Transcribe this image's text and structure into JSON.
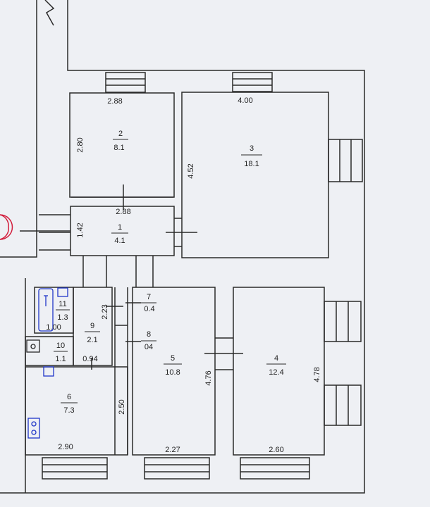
{
  "rooms": [
    {
      "number": "1",
      "area": "4.1"
    },
    {
      "number": "2",
      "area": "8.1"
    },
    {
      "number": "3",
      "area": "18.1"
    },
    {
      "number": "4",
      "area": "12.4"
    },
    {
      "number": "5",
      "area": "10.8"
    },
    {
      "number": "6",
      "area": "7.3"
    },
    {
      "number": "7",
      "area": "0.4"
    },
    {
      "number": "8",
      "area": "04"
    },
    {
      "number": "9",
      "area": "2.1"
    },
    {
      "number": "10",
      "area": "1.1"
    },
    {
      "number": "11",
      "area": "1.3"
    }
  ],
  "dimensions": {
    "room2_width": "2.88",
    "room2_height": "2.80",
    "room1_width": "2.88",
    "room1_height": "1.42",
    "room3_width": "4.00",
    "room3_height": "4.52",
    "room9_height": "2.23",
    "room11_width": "1.00",
    "room10_width": "0.94",
    "room5_height": "4.76",
    "room4_height": "4.78",
    "room6_height": "2.50",
    "room6_width": "2.90",
    "room5_width": "2.27",
    "room4_width": "2.60"
  },
  "colors": {
    "background": "#cfd3dc",
    "paper": "#eef0f4",
    "line": "#2a2a2a",
    "fixture": "#1f36c8",
    "marker": "#d21e3c"
  },
  "icons": [
    "bathtub-icon",
    "washbasin-icon",
    "toilet-icon",
    "stove-icon"
  ]
}
